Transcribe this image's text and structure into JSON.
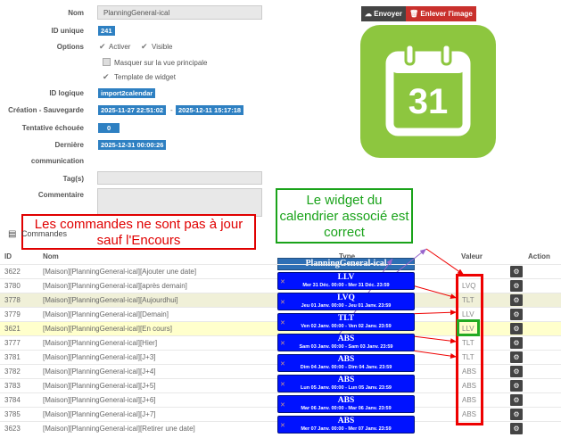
{
  "form": {
    "name_label": "Nom",
    "name_value": "PlanningGeneral-ical",
    "id_label": "ID unique",
    "id_value": "241",
    "options_label": "Options",
    "opt_active": "Activer",
    "opt_visible": "Visible",
    "opt_hide_main": "Masquer sur la vue principale",
    "opt_widget_template": "Template de widget",
    "logical_id_label": "ID logique",
    "logical_id_value": "import2calendar",
    "created_label": "Création - Sauvegarde",
    "created_value": "2025-11-27 22:51:02",
    "created_sep": "-",
    "saved_value": "2025-12-11 15:17:18",
    "failed_label": "Tentative échouée",
    "failed_value": "0",
    "last_comm_label": "Dernière",
    "last_comm_label2": "communication",
    "last_comm_value": "2025-12-31 00:00:26",
    "tags_label": "Tag(s)",
    "comment_label": "Commentaire"
  },
  "buttons": {
    "send_label": "Envoyer",
    "remove_image_label": "Enlever l'image"
  },
  "calendar_icon": {
    "day": "31",
    "bg": "#8dc63f"
  },
  "notes": {
    "left": "Les commandes ne sont pas à jour sauf l'Encours",
    "right": "Le widget du calendrier associé est correct"
  },
  "commands": {
    "section_title": "Commandes",
    "headers": {
      "id": "ID",
      "name": "Nom",
      "type": "Type",
      "value": "Valeur",
      "action": "Action"
    },
    "widget_title": "PlanningGeneral-ical",
    "rows": [
      {
        "id": "3622",
        "name": "[Maison][PlanningGeneral-ical][Ajouter une date]",
        "value": "",
        "widget_title": "",
        "widget_sub": ""
      },
      {
        "id": "3780",
        "name": "[Maison][PlanningGeneral-ical][après demain]",
        "value": "LVQ",
        "widget_title": "LLV",
        "widget_sub": "Mer 31 Déc. 00:00 - Mer 31 Déc. 23:59"
      },
      {
        "id": "3778",
        "name": "[Maison][PlanningGeneral-ical][Aujourdhui]",
        "value": "TLT",
        "widget_title": "LVQ",
        "widget_sub": "Jeu 01 Janv. 00:00 - Jeu 01 Janv. 23:59"
      },
      {
        "id": "3779",
        "name": "[Maison][PlanningGeneral-ical][Demain]",
        "value": "LLV",
        "widget_title": "",
        "widget_sub": ""
      },
      {
        "id": "3621",
        "name": "[Maison][PlanningGeneral-ical][En cours]",
        "value": "LLV",
        "widget_title": "TLT",
        "widget_sub": "Ven 02 Janv. 00:00 - Ven 02 Janv. 23:59"
      },
      {
        "id": "3777",
        "name": "[Maison][PlanningGeneral-ical][Hier]",
        "value": "TLT",
        "widget_title": "ABS",
        "widget_sub": "Sam 03 Janv. 00:00 - Sam 03 Janv. 23:59"
      },
      {
        "id": "3781",
        "name": "[Maison][PlanningGeneral-ical][J+3]",
        "value": "TLT",
        "widget_title": "",
        "widget_sub": ""
      },
      {
        "id": "3782",
        "name": "[Maison][PlanningGeneral-ical][J+4]",
        "value": "ABS",
        "widget_title": "ABS",
        "widget_sub": "Dim 04 Janv. 00:00 - Dim 04 Janv. 23:59"
      },
      {
        "id": "3783",
        "name": "[Maison][PlanningGeneral-ical][J+5]",
        "value": "ABS",
        "widget_title": "ABS",
        "widget_sub": "Lun 05 Janv. 00:00 - Lun 05 Janv. 23:59"
      },
      {
        "id": "3784",
        "name": "[Maison][PlanningGeneral-ical][J+6]",
        "value": "ABS",
        "widget_title": "ABS",
        "widget_sub": "Mar 06 Janv. 00:00 - Mar 06 Janv. 23:59"
      },
      {
        "id": "3785",
        "name": "[Maison][PlanningGeneral-ical][J+7]",
        "value": "ABS",
        "widget_title": "ABS",
        "widget_sub": "Mer 07 Janv. 00:00 - Mer 07 Janv. 23:59"
      },
      {
        "id": "3623",
        "name": "[Maison][PlanningGeneral-ical][Retirer une date]",
        "value": "",
        "widget_title": "",
        "widget_sub": ""
      }
    ]
  },
  "colors": {
    "accent_blue": "#2e80c2",
    "widget_blue": "#0012ff",
    "note_red": "#e00000",
    "note_green": "#1aa31a",
    "highlight_red": "#ee0000",
    "highlight_green": "#22aa22"
  }
}
